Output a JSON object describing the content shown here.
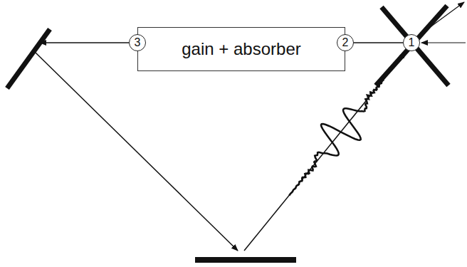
{
  "diagram": {
    "nodes": [
      {
        "text": [
          "gain + absorber"
        ]
      },
      {
        "text": [
          "3"
        ]
      },
      {
        "text": [
          "2"
        ]
      },
      {
        "text": [
          "1"
        ]
      }
    ],
    "edges": [
      {
        "from": 2,
        "to": 3,
        "arrow": "none"
      }
    ]
  }
}
